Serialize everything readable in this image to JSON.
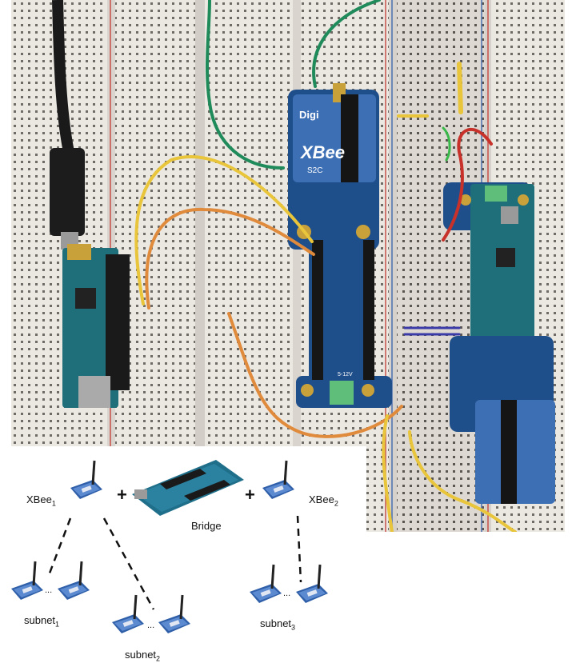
{
  "photo": {
    "xbee_module_text": "XBee",
    "xbee_model_text": "S2C",
    "digi_brand_text": "Digi",
    "power_label": "5-12V"
  },
  "diagram": {
    "xbee1": {
      "base": "XBee",
      "sub": "1"
    },
    "xbee2": {
      "base": "XBee",
      "sub": "2"
    },
    "bridge": "Bridge",
    "plus": "+",
    "ellipsis": "...",
    "subnet1": {
      "base": "subnet",
      "sub": "1"
    },
    "subnet2": {
      "base": "subnet",
      "sub": "2"
    },
    "subnet3": {
      "base": "subnet",
      "sub": "3"
    }
  },
  "colors": {
    "breadboard": "#e8e4de",
    "rail_red": "#c8504a",
    "rail_blue": "#4a6fb0",
    "shield_blue": "#1f4f8a",
    "xbee_blue": "#3d6fb5",
    "wire_yellow": "#e8c53a",
    "wire_orange": "#e08a3c",
    "wire_green": "#1f8a5a",
    "wire_red": "#c8302a"
  }
}
